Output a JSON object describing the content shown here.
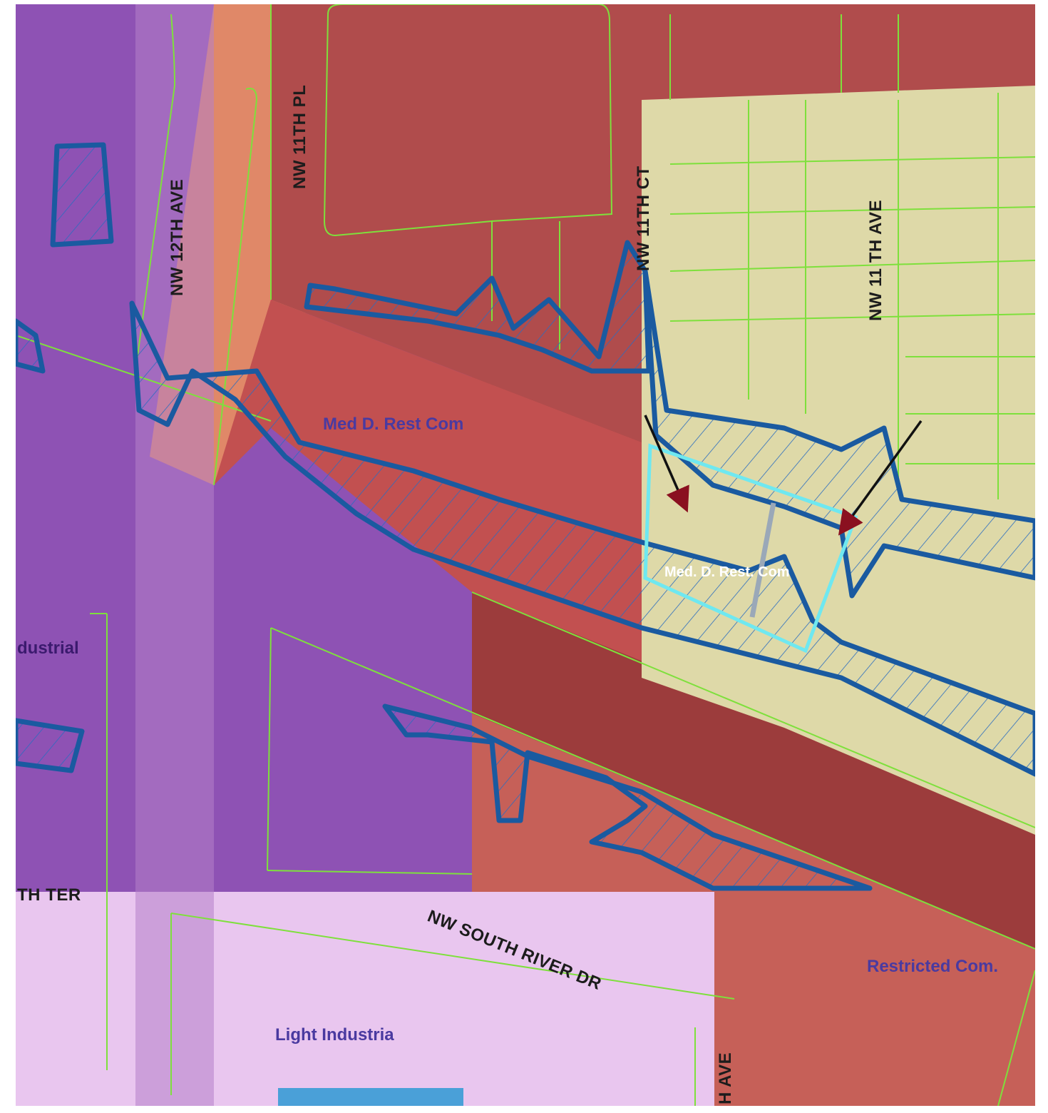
{
  "roads": {
    "nw_12th_ave": "NW 12TH AVE",
    "nw_11th_pl": "NW 11TH PL",
    "nw_11th_ct": "NW 11TH CT",
    "nw_11th_ave": "NW 11 TH AVE",
    "th_ter": "TH TER",
    "nw_south_river_dr": "NW SOUTH RIVER DR",
    "h_ave": "H AVE"
  },
  "zones": {
    "med_d_rest_com": "Med D. Rest Com",
    "med_d_rest_com_site": "Med. D. Rest. Com",
    "industrial_partial": "dustrial",
    "restricted_com": "Restricted Com.",
    "light_industrial": "Light Industria"
  },
  "colors": {
    "industrial_purple": "#8e52b4",
    "light_industrial": "#e9c6ef",
    "med_density_red": "#c25050",
    "residential_tan": "#ded9a8",
    "water_boundary": "#1a5aa0",
    "parcel_line": "#7ee03c",
    "site_outline": "#6fe8f0"
  }
}
